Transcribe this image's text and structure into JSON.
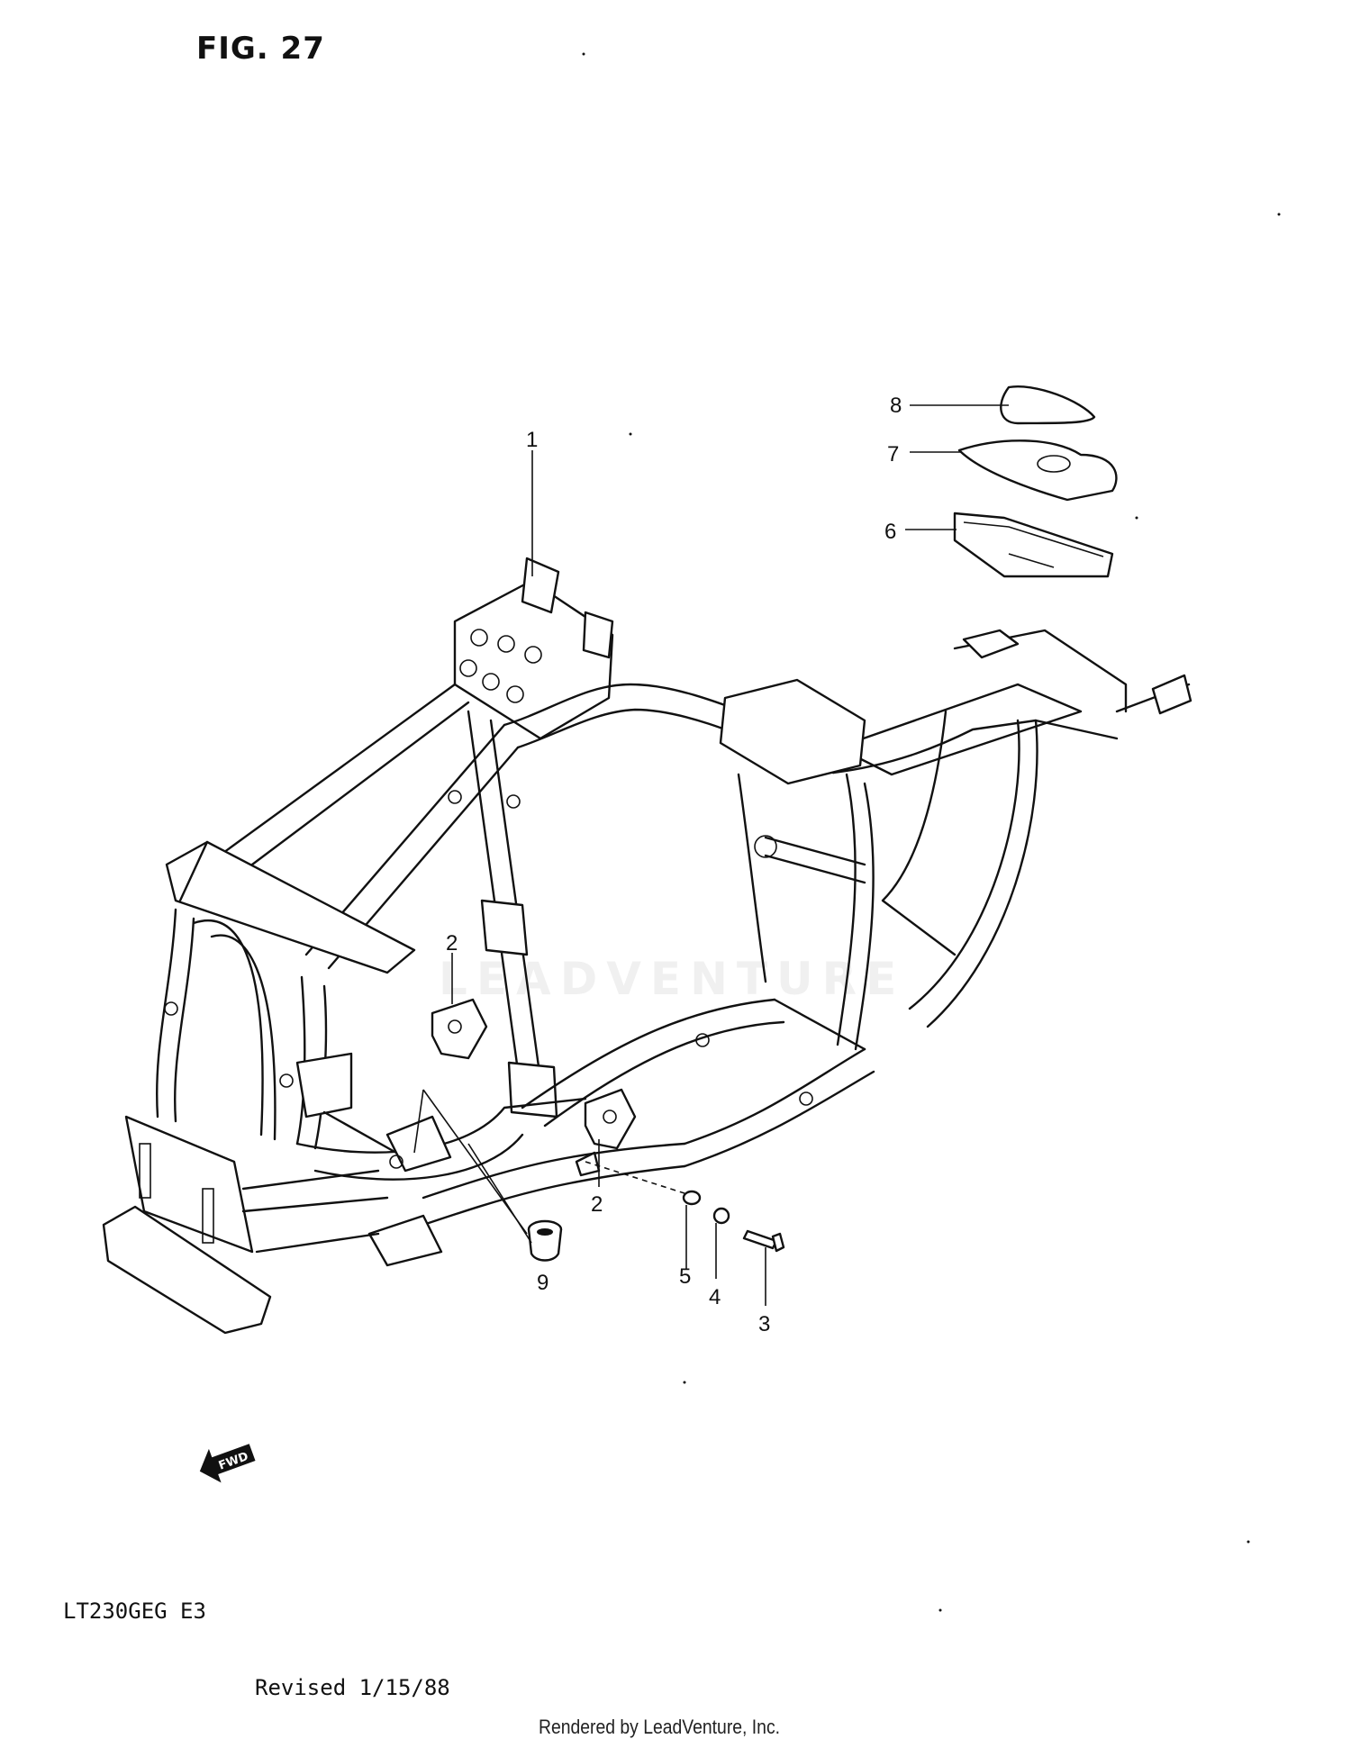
{
  "figure": {
    "title": "FIG. 27"
  },
  "callouts": [
    "1",
    "2",
    "2",
    "3",
    "4",
    "5",
    "6",
    "7",
    "8",
    "9"
  ],
  "direction_arrow": {
    "label": "FWD",
    "icon": "fwd-arrow-icon"
  },
  "model_code": "LT230GEG E3",
  "revision": "Revised 1/15/88",
  "footer": "Rendered by LeadVenture, Inc.",
  "watermark": "LEADVENTURE"
}
